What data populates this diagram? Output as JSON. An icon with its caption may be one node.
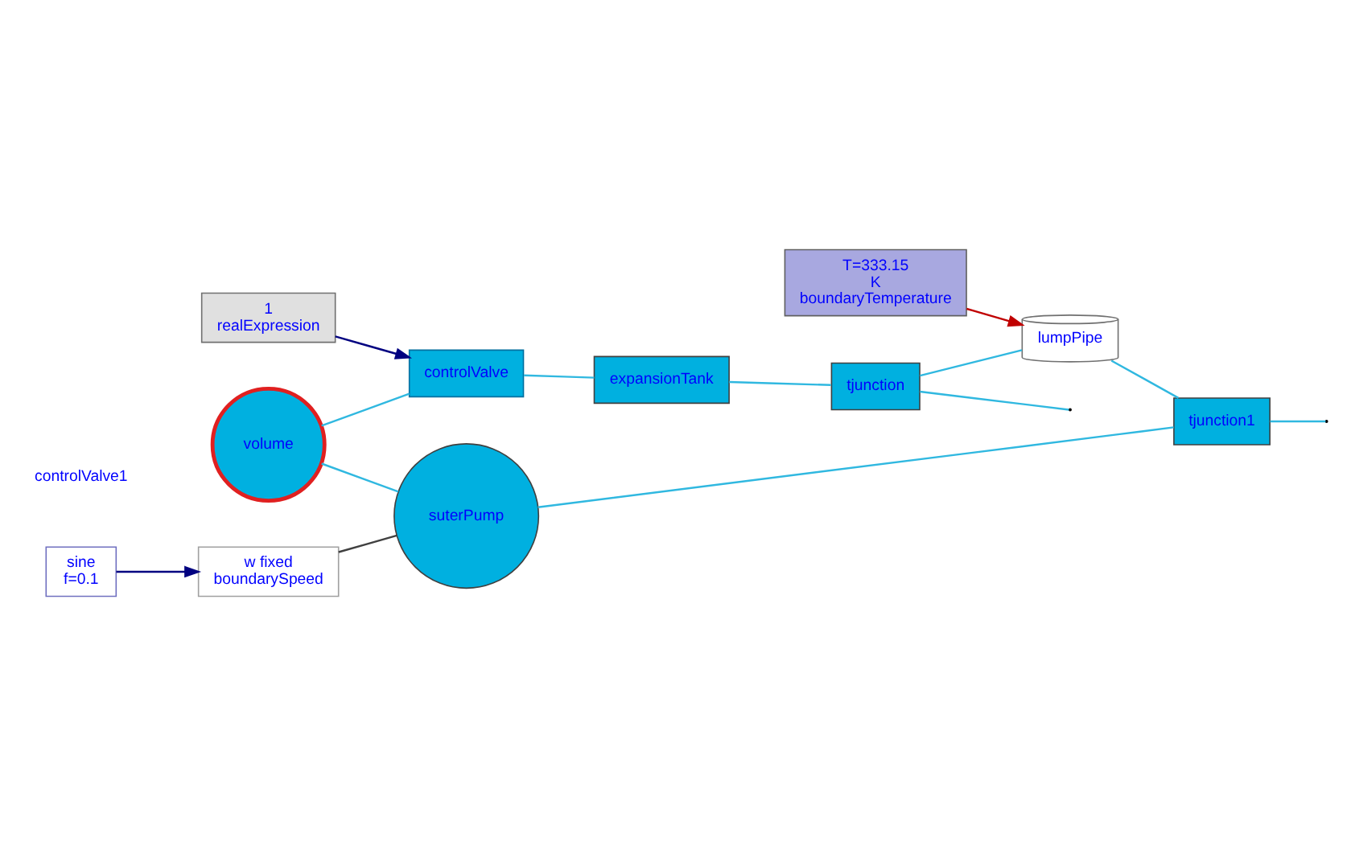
{
  "diagram": {
    "nodes": [
      {
        "text": [
          "1",
          "realExpression"
        ]
      },
      {
        "text": [
          "controlValve"
        ]
      },
      {
        "text": [
          "expansionTank"
        ]
      },
      {
        "text": [
          "tjunction"
        ]
      },
      {
        "text": [
          "volume"
        ]
      },
      {
        "text": [
          "T=333.15",
          "K",
          "boundaryTemperature"
        ]
      },
      {
        "text": [
          "lumpPipe"
        ]
      },
      {
        "text": [
          "sine",
          "f=0.1"
        ]
      },
      {
        "text": [
          "w fixed",
          "boundarySpeed"
        ]
      },
      {
        "text": [
          "suterPump"
        ]
      },
      {
        "text": [
          "tjunction1"
        ]
      }
    ],
    "edges": [
      {
        "from": 0,
        "to": 1,
        "arrow": "to",
        "color": "#000080"
      },
      {
        "from": 4,
        "to": 1,
        "arrow": "none"
      },
      {
        "from": 1,
        "to": 2,
        "arrow": "none"
      },
      {
        "from": 2,
        "to": 3,
        "arrow": "none"
      },
      {
        "from": 3,
        "to": null,
        "arrow": "none"
      },
      {
        "from": 3,
        "to": 6,
        "arrow": "none"
      },
      {
        "from": 5,
        "to": 6,
        "arrow": "to",
        "color": "#c00000"
      },
      {
        "from": 6,
        "to": 10,
        "arrow": "none"
      },
      {
        "from": 4,
        "to": 9,
        "arrow": "none"
      },
      {
        "from": 7,
        "to": 8,
        "arrow": "to",
        "color": "#000080"
      },
      {
        "from": 8,
        "to": 9,
        "arrow": "none",
        "color": "#404040"
      },
      {
        "from": 9,
        "to": 10,
        "arrow": "none"
      },
      {
        "from": 10,
        "to": null,
        "arrow": "none"
      }
    ],
    "labels": [
      "controlValve1"
    ]
  }
}
